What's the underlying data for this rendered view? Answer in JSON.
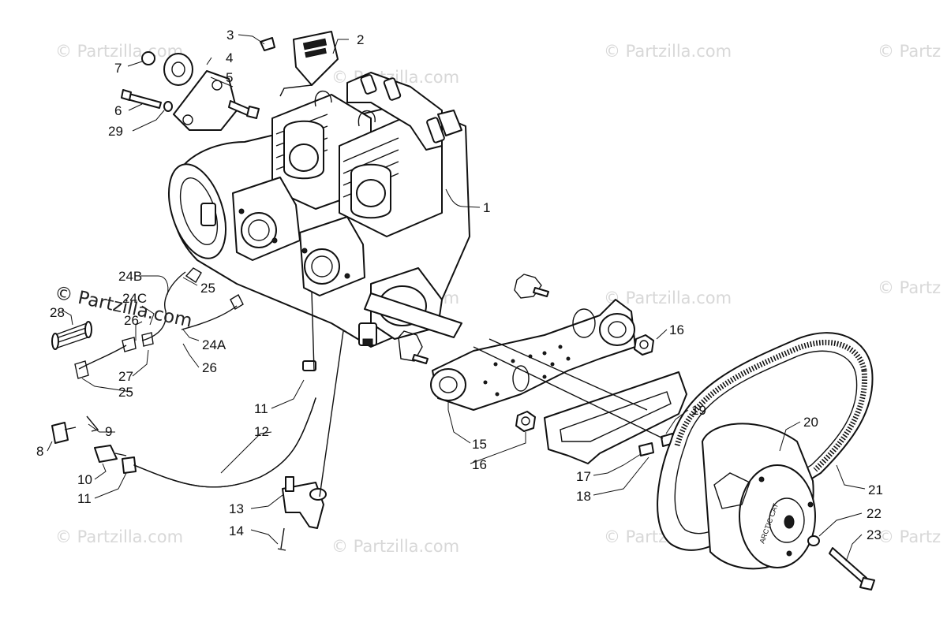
{
  "watermarks": {
    "text": "© Partzilla.com",
    "primary": "© Partzilla.com",
    "corner_right": "© Partz"
  },
  "callouts": {
    "c1": "1",
    "c2": "2",
    "c3": "3",
    "c4": "4",
    "c5": "5",
    "c6": "6",
    "c7": "7",
    "c8": "8",
    "c9": "9",
    "c10": "10",
    "c11a": "11",
    "c11b": "11",
    "c12": "12",
    "c13": "13",
    "c14": "14",
    "c15": "15",
    "c16a": "16",
    "c16b": "16",
    "c17": "17",
    "c18": "18",
    "c19": "19",
    "c20": "20",
    "c21": "21",
    "c22": "22",
    "c23": "23",
    "c24b": "24B",
    "c24c": "24C",
    "c24a": "24A",
    "c25a": "25",
    "c25b": "25",
    "c26a": "26",
    "c26b": "26",
    "c27": "27",
    "c28": "28",
    "c29": "29"
  },
  "clutch_text": "ARCTIC CAT"
}
